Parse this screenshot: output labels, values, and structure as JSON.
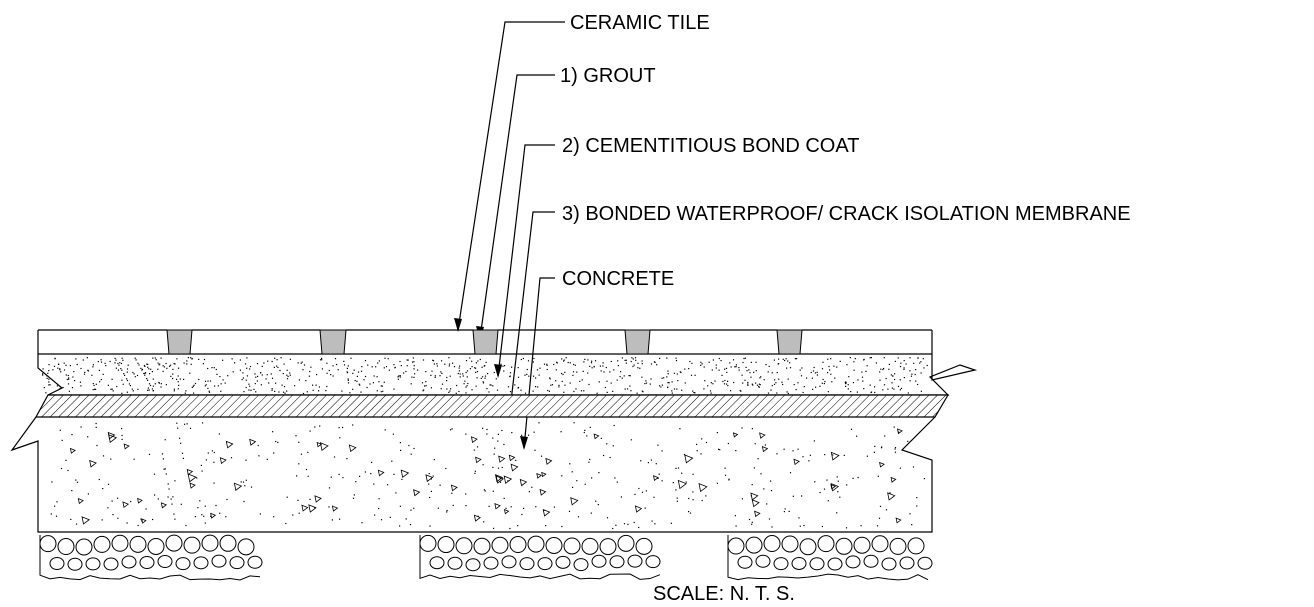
{
  "labels": {
    "ceramic_tile": "CERAMIC TILE",
    "grout": "1) GROUT",
    "bond_coat": "2) CEMENTITIOUS BOND COAT",
    "membrane": "3) BONDED WATERPROOF/ CRACK ISOLATION MEMBRANE",
    "concrete": "CONCRETE"
  },
  "scale_note": "SCALE: N. T. S.",
  "colors": {
    "line": "#000000",
    "grout_fill": "#bdbdbd",
    "background": "#ffffff"
  }
}
